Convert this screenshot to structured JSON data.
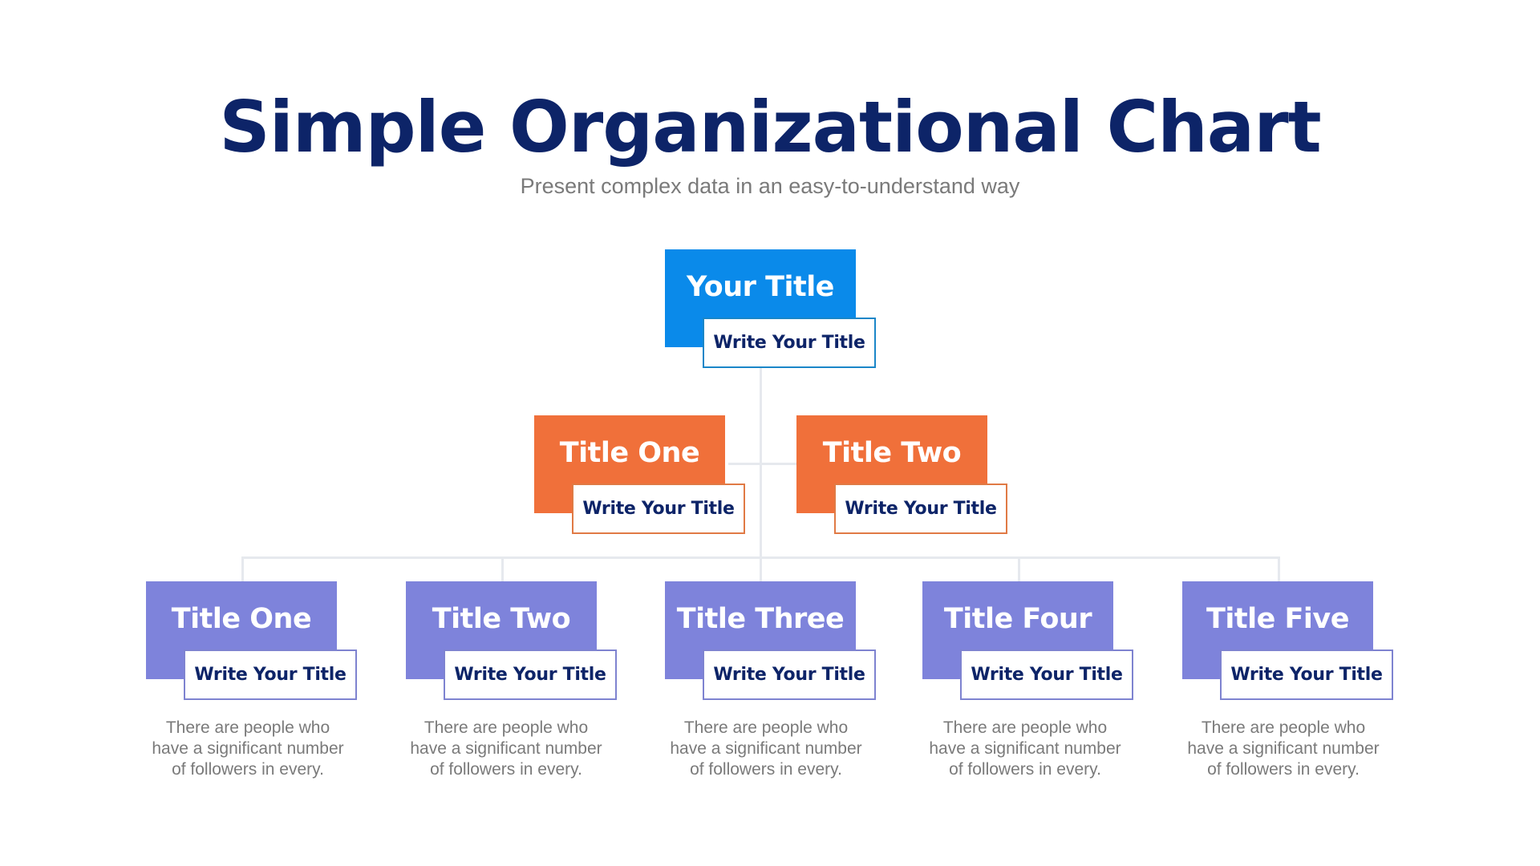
{
  "header": {
    "title": "Simple Organizational Chart",
    "subtitle": "Present complex data in an easy-to-understand way"
  },
  "colors": {
    "title": "#0d2468",
    "top_level": "#0a8aea",
    "second_level": "#f0703a",
    "third_level": "#7e83db",
    "connector": "#e6e9ee",
    "body_text": "#7a7a7a"
  },
  "chart": {
    "root": {
      "title": "Your Title",
      "subtitle": "Write Your Title"
    },
    "level2": [
      {
        "title": "Title One",
        "subtitle": "Write Your Title"
      },
      {
        "title": "Title Two",
        "subtitle": "Write Your Title"
      }
    ],
    "level3": [
      {
        "title": "Title One",
        "subtitle": "Write Your Title",
        "description": "There are people who have a significant number of followers in every.",
        "lines": [
          "There are people who",
          "have a significant number",
          "of followers in every."
        ]
      },
      {
        "title": "Title Two",
        "subtitle": "Write Your Title",
        "description": "There are people who have a significant number of followers in every.",
        "lines": [
          "There are people who",
          "have a significant number",
          "of followers in every."
        ]
      },
      {
        "title": "Title Three",
        "subtitle": "Write Your Title",
        "description": "There are people who have a significant number of followers in every.",
        "lines": [
          "There are people who",
          "have a significant number",
          "of followers in every."
        ]
      },
      {
        "title": "Title Four",
        "subtitle": "Write Your Title",
        "description": "There are people who have a significant number of followers in every.",
        "lines": [
          "There are people who",
          "have a significant number",
          "of followers in every."
        ]
      },
      {
        "title": "Title Five",
        "subtitle": "Write Your Title",
        "description": "There are people who have a significant number of followers in every.",
        "lines": [
          "There are people who",
          "have a significant number",
          "of followers in every."
        ]
      }
    ]
  }
}
